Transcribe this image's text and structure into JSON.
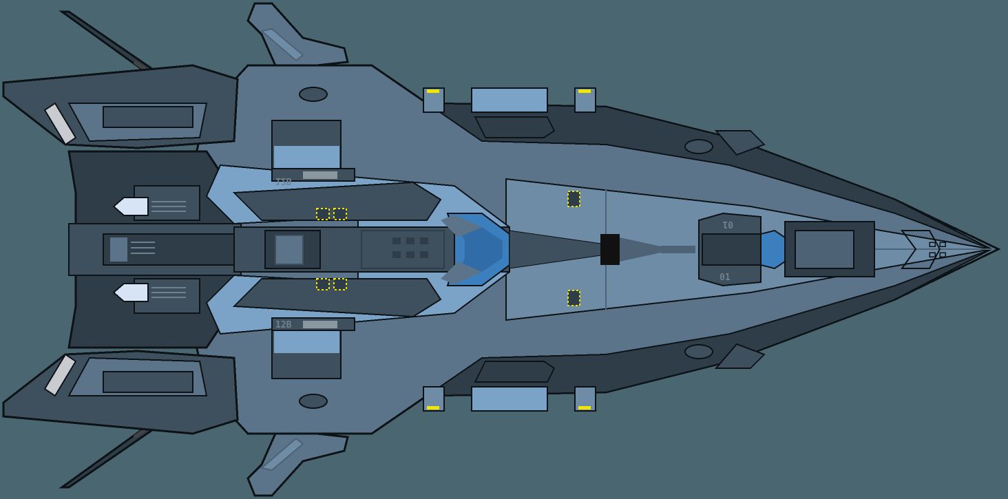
{
  "scene": {
    "type": "pixel-art spaceship sprite, top-down view, nose pointing right",
    "background": "#4a6670"
  },
  "palette": {
    "outline": "#0d1216",
    "hull_dark": "#2f3d48",
    "hull_mid": "#3e505d",
    "hull_light": "#5b7489",
    "panel_light": "#6f8ca6",
    "glass_blue": "#7aa3c7",
    "cockpit_blue": "#3c7fbf",
    "engine_glow": "#d6e4f5",
    "warning_yellow": "#f2e600",
    "label_gray": "#6f8290"
  },
  "labels": {
    "hull_code_top": "12B",
    "hull_code_bottom": "12B",
    "turret_code_top": "01",
    "turret_code_bottom": "01"
  },
  "components": {
    "engines": 3,
    "wing_antennas": 2,
    "side_pods": 4,
    "cargo_hatches": 2,
    "hazard_markers": 6
  }
}
